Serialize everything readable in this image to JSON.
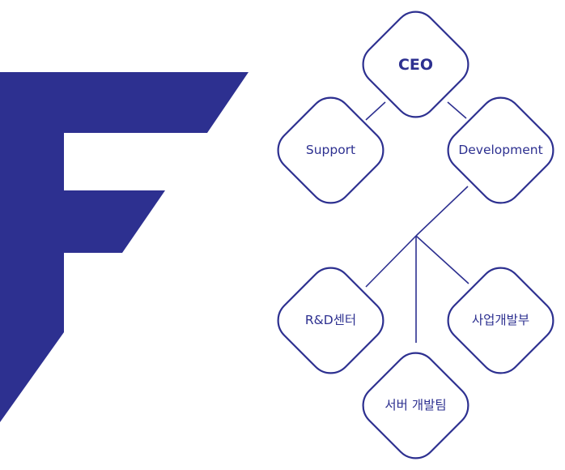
{
  "colors": {
    "brand": "#2d3090",
    "background": "#ffffff"
  },
  "logo": {
    "letter": "F"
  },
  "org_chart": {
    "nodes": {
      "ceo": "CEO",
      "support": "Support",
      "development": "Development",
      "rnd_center": "R&D센터",
      "business_dev": "사업개발부",
      "server_dev": "서버 개발팀"
    }
  }
}
